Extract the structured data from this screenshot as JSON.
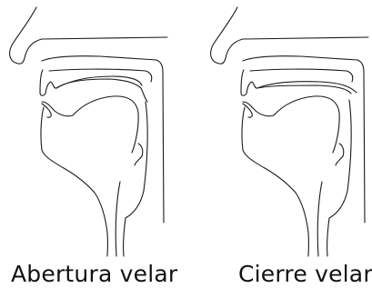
{
  "figures": [
    {
      "id": "open",
      "caption": "Abertura velar"
    },
    {
      "id": "closed",
      "caption": "Cierre velar"
    }
  ],
  "colors": {
    "background": "#ffffff",
    "line": "#1a1a1a",
    "text": "#111111"
  }
}
